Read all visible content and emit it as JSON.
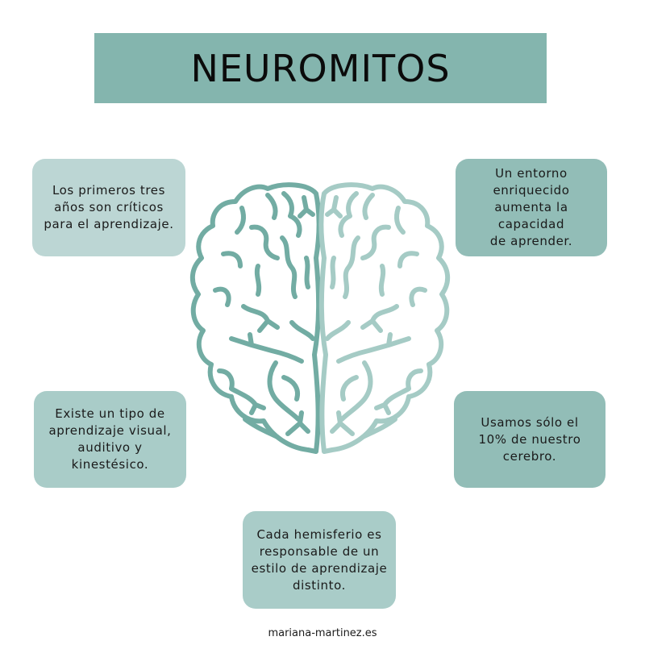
{
  "title": "NEUROMITOS",
  "myths": {
    "top_left": "Los primeros tres\naños son críticos\npara el aprendizaje.",
    "top_right": "Un entorno\nenriquecido\naumenta la\ncapacidad\nde aprender.",
    "bottom_left": "Existe un tipo de\naprendizaje visual,\nauditivo y\nkinestésico.",
    "bottom_right": "Usamos sólo el\n10% de nuestro\ncerebro.",
    "bottom_center": "Cada hemisferio es\nresponsable de un\nestilo de aprendizaje\ndistinto."
  },
  "illustration": {
    "icon": "brain-icon",
    "left_hemisphere_color": "#72aca3",
    "right_hemisphere_color": "#a5cbc5"
  },
  "colors": {
    "title_bg": "#84b5ae",
    "box_light": "#bcd6d4",
    "box_mid": "#a9ccc8",
    "box_dark": "#92bdb7"
  },
  "footer": "mariana-martinez.es"
}
